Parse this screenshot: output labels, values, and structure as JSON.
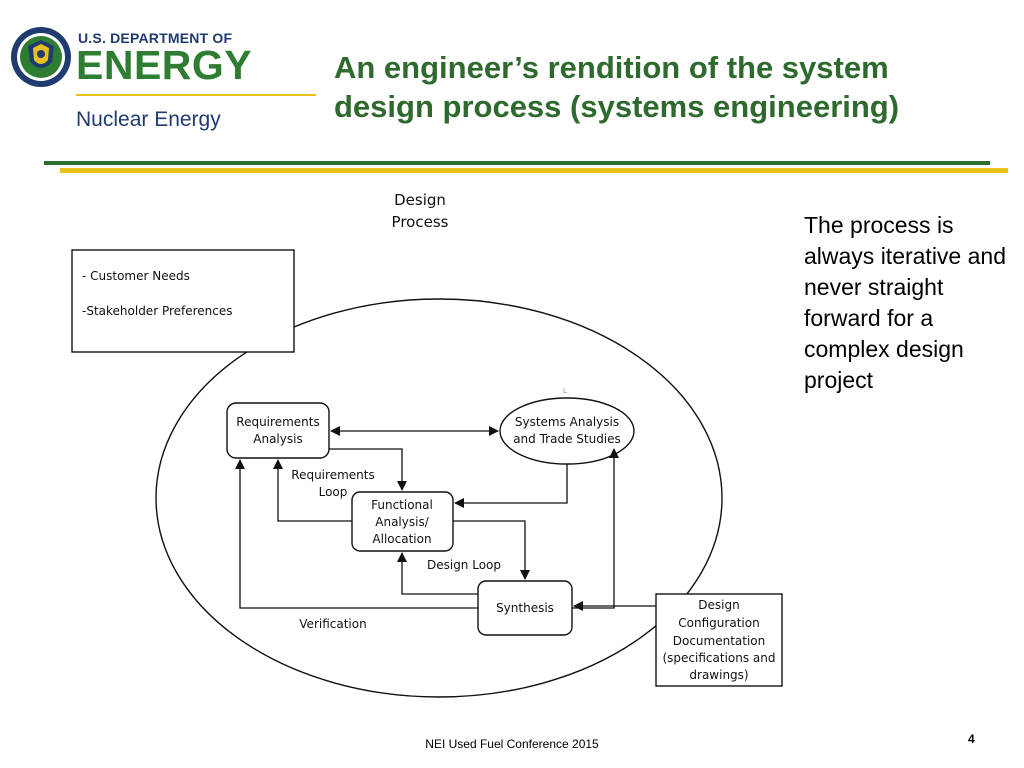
{
  "header": {
    "department": "U.S. DEPARTMENT OF",
    "energy": "ENERGY",
    "office": "Nuclear Energy",
    "seal_icon": "doe-seal-icon"
  },
  "title": "An engineer’s rendition of the system design process (systems engineering)",
  "side_note": "The process is always iterative and never straight forward for a complex design project",
  "diagram": {
    "process_label": [
      "Design",
      "Process"
    ],
    "input_box": [
      "- Customer Needs",
      "-Stakeholder Preferences"
    ],
    "requirements_analysis": [
      "Requirements",
      "Analysis"
    ],
    "systems_analysis": [
      "Systems Analysis",
      "and Trade Studies"
    ],
    "functional_analysis": [
      "Functional",
      "Analysis/",
      "Allocation"
    ],
    "synthesis": "Synthesis",
    "output_box": [
      "Design",
      "Configuration",
      "Documentation",
      "(specifications and",
      "drawings)"
    ],
    "requirements_loop": [
      "Requirements",
      "Loop"
    ],
    "design_loop": "Design Loop",
    "verification": "Verification",
    "stray_mark": "L"
  },
  "footer": {
    "conference": "NEI Used Fuel Conference 2015",
    "page": "4"
  },
  "colors": {
    "doe_blue": "#1f3b6f",
    "doe_green": "#2e7d32",
    "title_green": "#2e6a2e",
    "rule_green": "#2c6e2c",
    "rule_gold": "#e8c21a"
  }
}
